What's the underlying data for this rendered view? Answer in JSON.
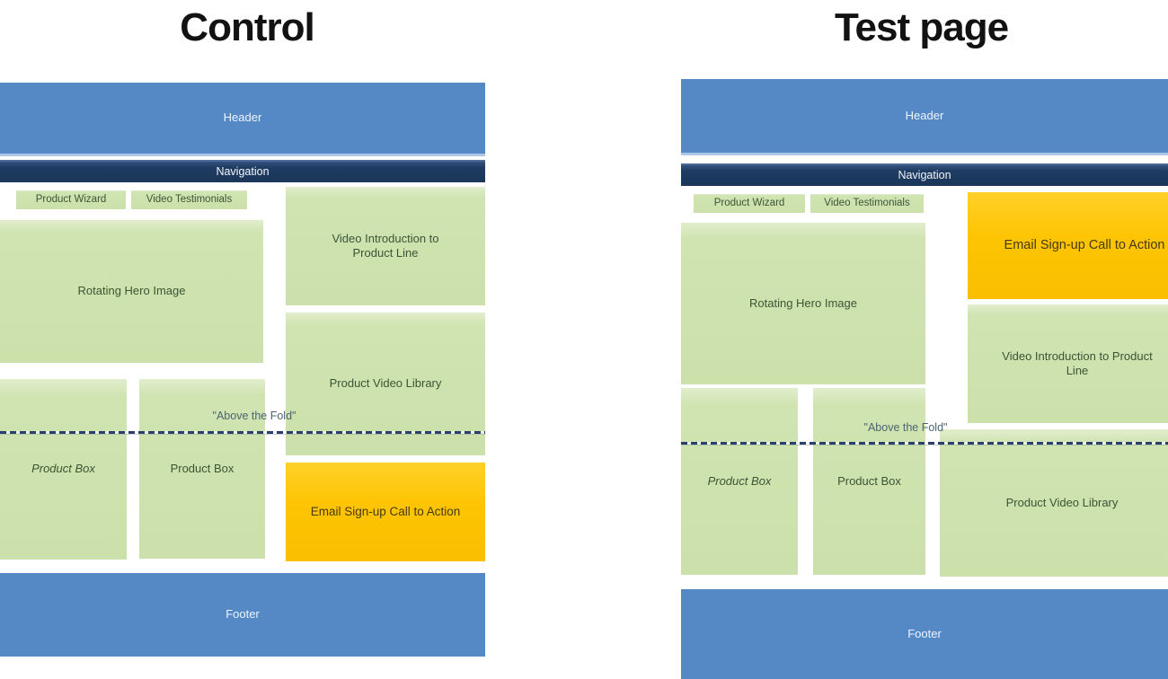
{
  "diagram": {
    "control": {
      "title": "Control",
      "header": "Header",
      "navigation": "Navigation",
      "product_wizard": "Product Wizard",
      "video_testimonials": "Video Testimonials",
      "rotating_hero": "Rotating Hero Image",
      "video_intro": "Video Introduction to Product Line",
      "video_library": "Product Video Library",
      "product_box_left": "Product Box",
      "product_box_right": "Product Box",
      "email_cta": "Email Sign-up Call to Action",
      "fold_label": "\"Above the Fold\"",
      "footer": "Footer"
    },
    "test": {
      "title": "Test page",
      "header": "Header",
      "navigation": "Navigation",
      "product_wizard": "Product Wizard",
      "video_testimonials": "Video Testimonials",
      "email_cta": "Email Sign-up Call to Action",
      "rotating_hero": "Rotating Hero Image",
      "video_intro": "Video Introduction to Product Line",
      "video_library": "Product Video Library",
      "product_box_left": "Product Box",
      "product_box_right": "Product Box",
      "fold_label": "\"Above the Fold\"",
      "footer": "Footer"
    },
    "colors": {
      "header_footer_blue": "#5589c6",
      "navigation_navy": "#1e3c63",
      "wireframe_green": "#cbe0aa",
      "green_label_text": "#3b5435",
      "cta_yellow": "#fdc504",
      "cta_label_text": "#463a12",
      "fold_line_navy": "#2b3f6d",
      "fold_label_text": "#4a6572",
      "panel_label_white": "#eef4fb",
      "title_black": "#121212"
    }
  }
}
